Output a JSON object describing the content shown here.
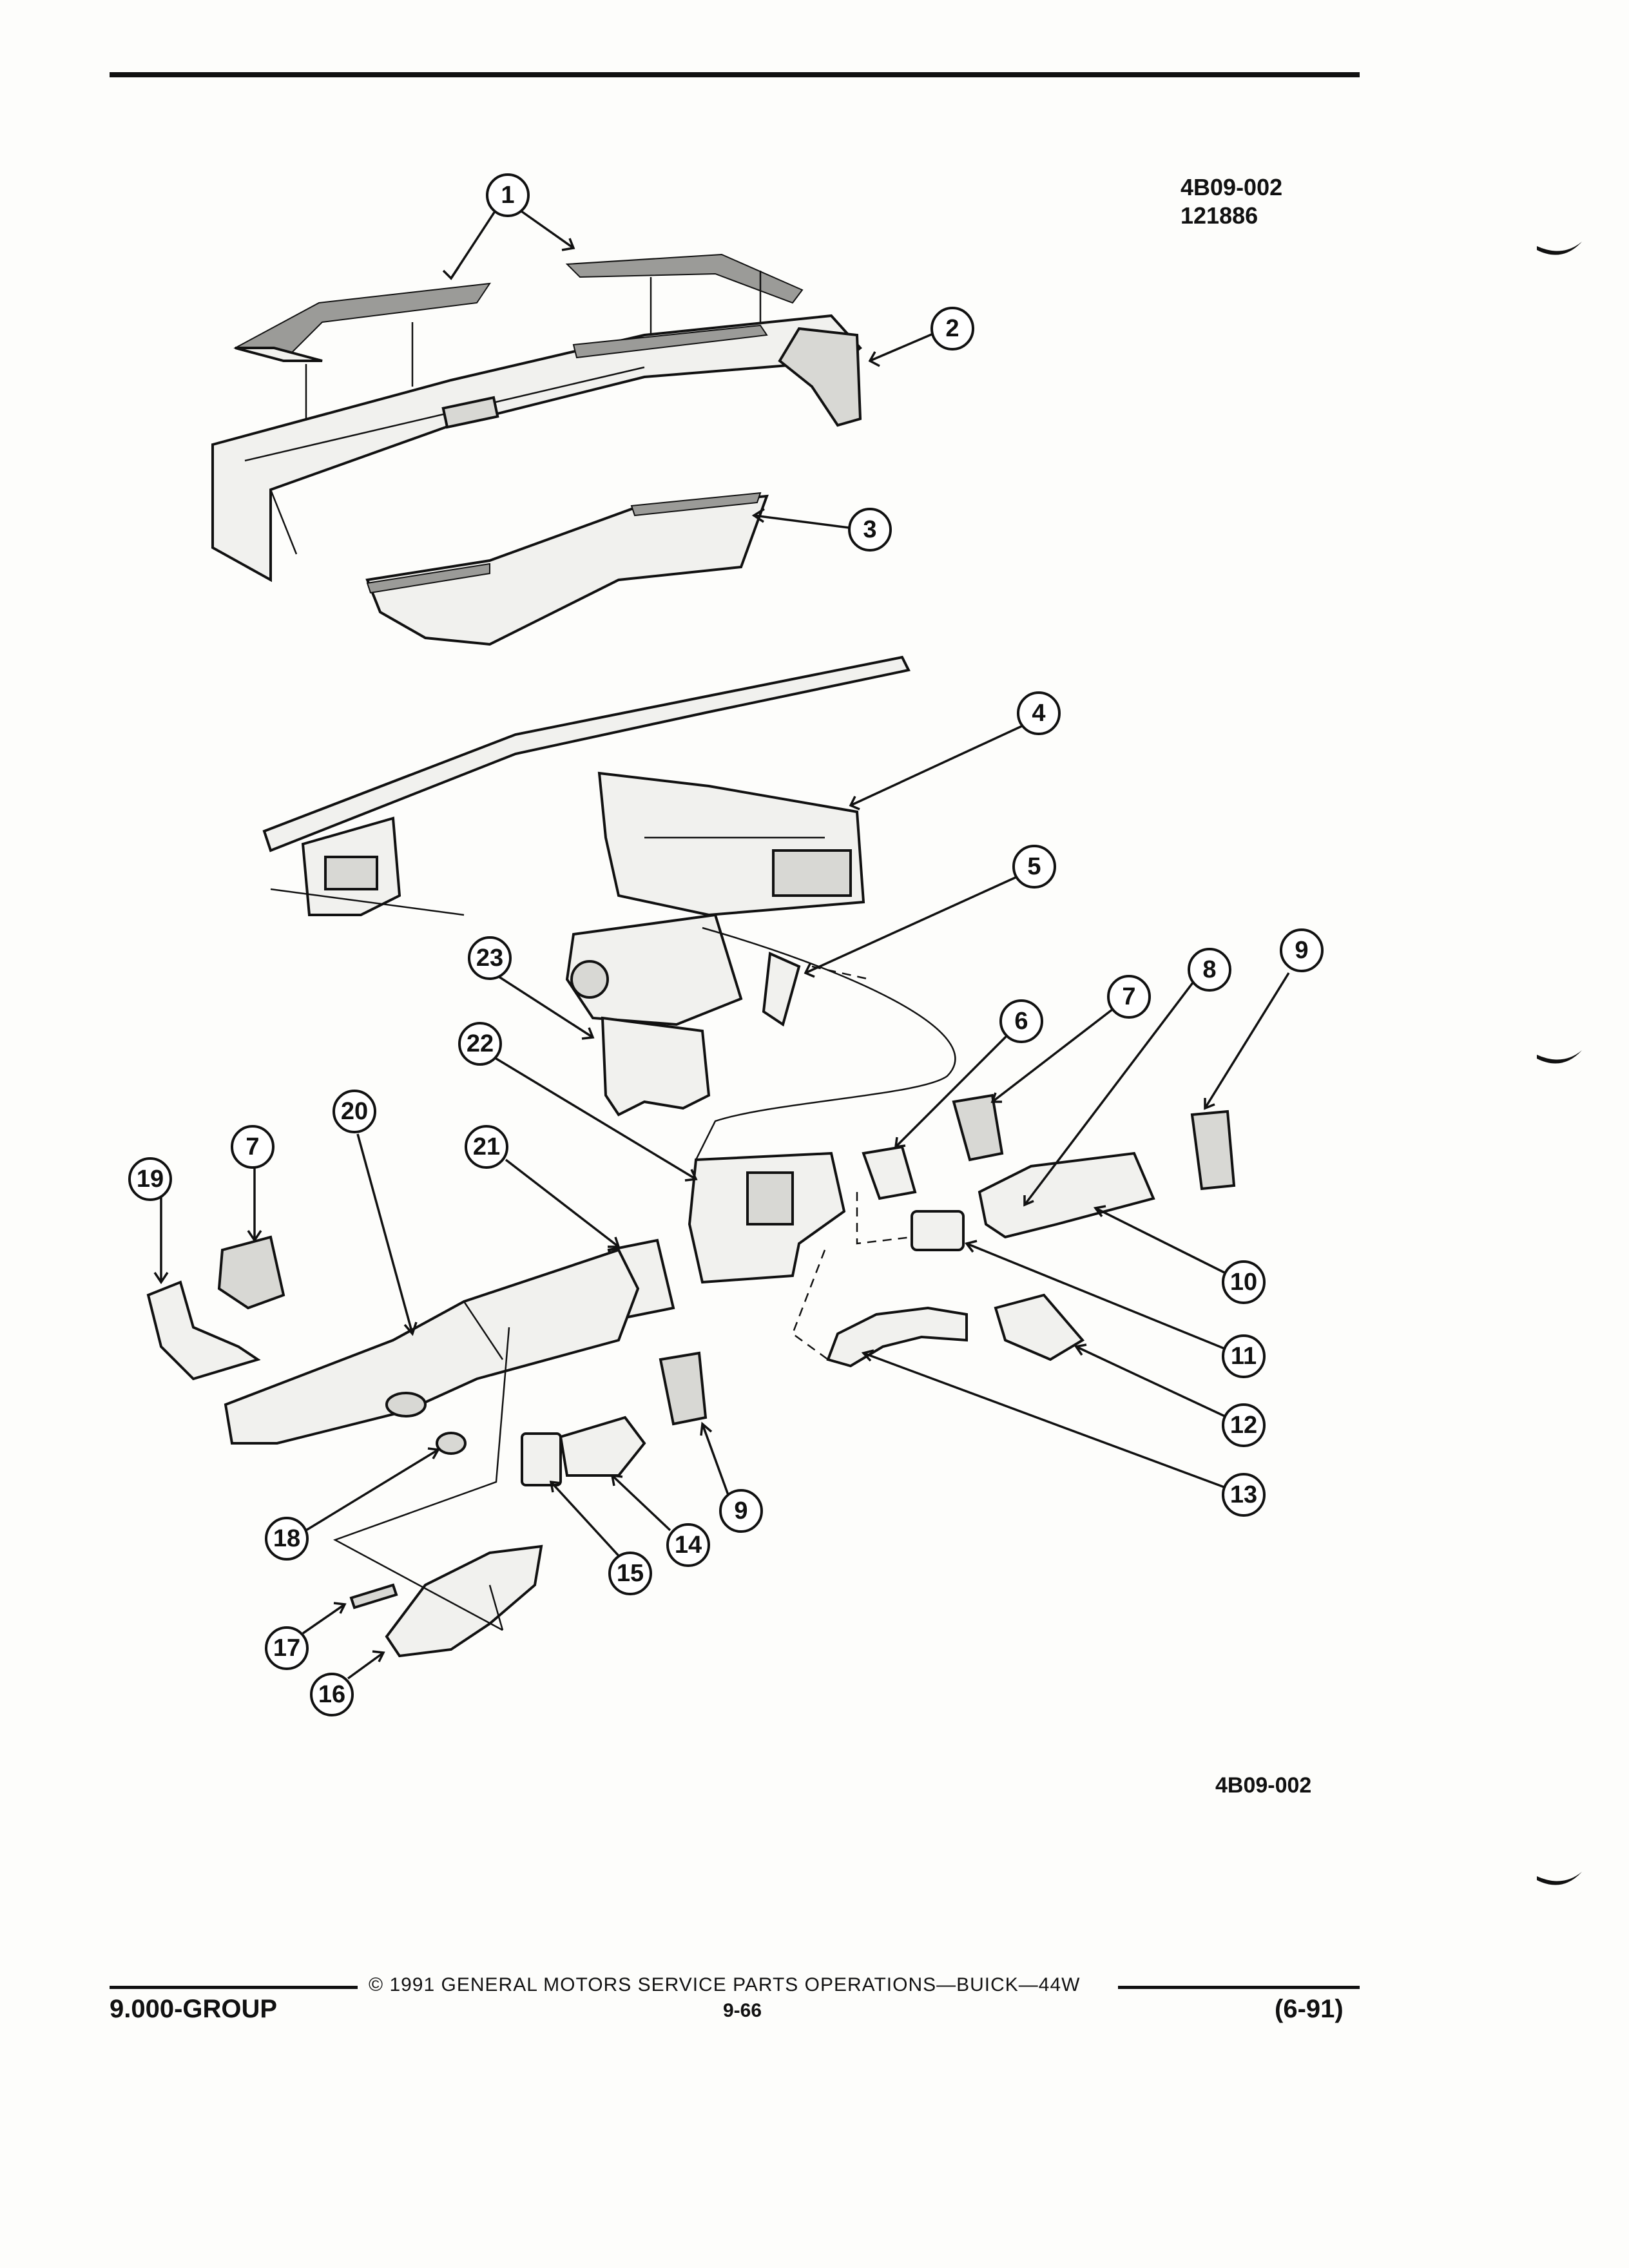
{
  "header": {
    "ref_code": "4B09-002",
    "ref_date": "121886"
  },
  "figure": {
    "caption_code": "4B09-002"
  },
  "callouts": [
    "1",
    "2",
    "3",
    "4",
    "5",
    "6",
    "7",
    "8",
    "9",
    "10",
    "11",
    "12",
    "13",
    "14",
    "15",
    "16",
    "17",
    "18",
    "19",
    "20",
    "21",
    "22",
    "23",
    "7",
    "9"
  ],
  "footer": {
    "copyright": "© 1991 GENERAL MOTORS SERVICE PARTS OPERATIONS—BUICK—44W",
    "group": "9.000-GROUP",
    "page": "9-66",
    "revision": "(6-91)"
  }
}
